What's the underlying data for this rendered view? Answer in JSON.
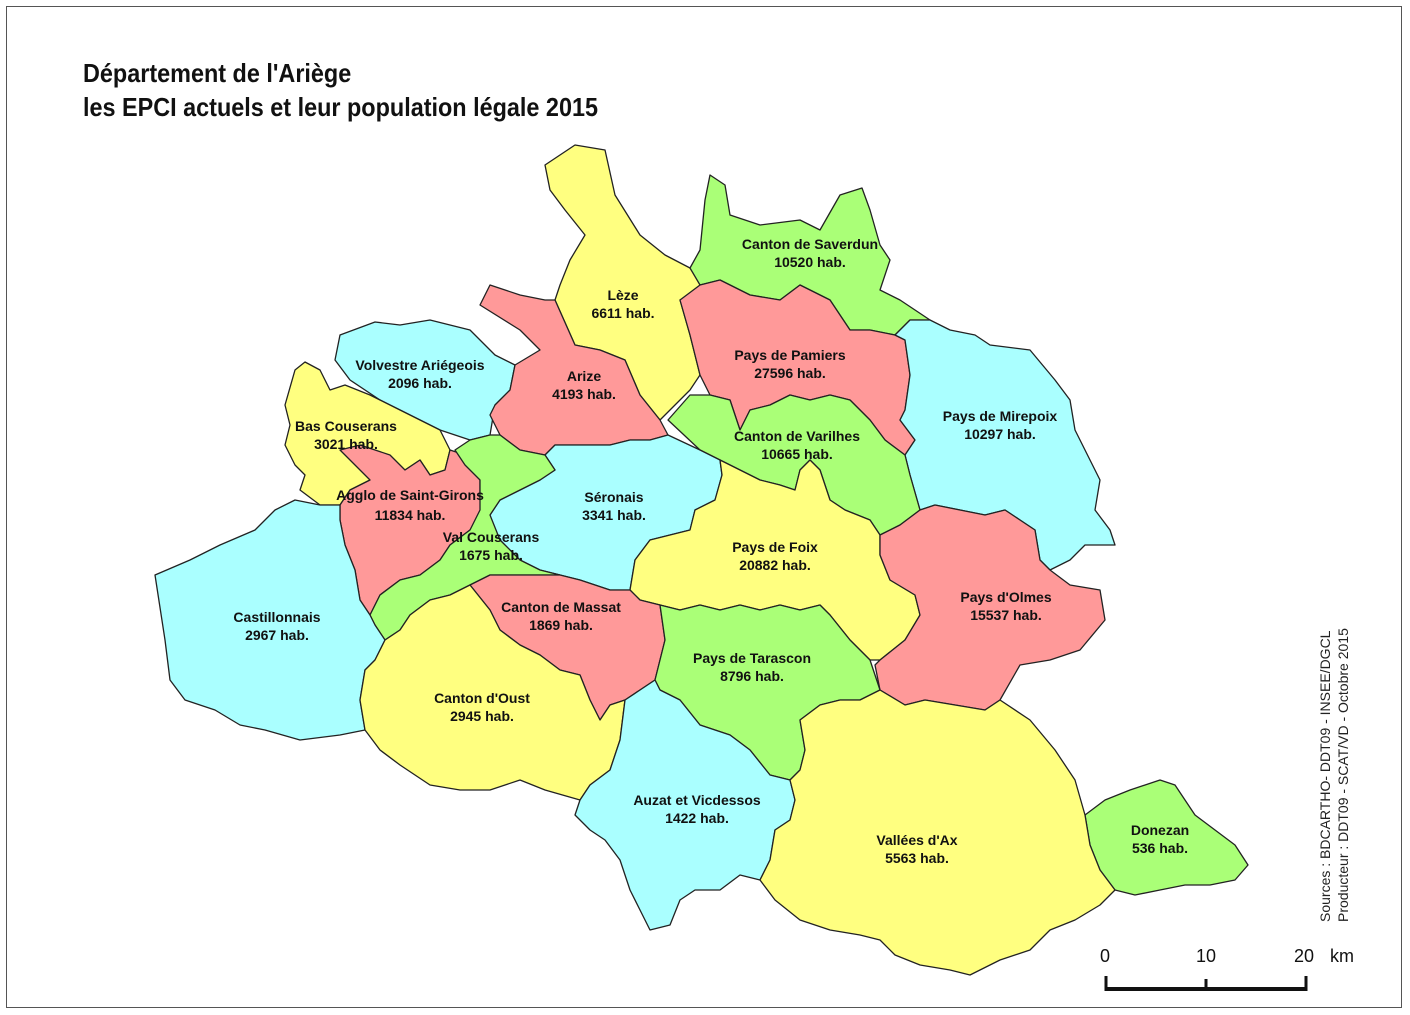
{
  "title": {
    "line1": "Département de l'Ariège",
    "line2": "les EPCI actuels et leur population légale 2015"
  },
  "colors": {
    "yellow": "#ffff80",
    "green": "#aaff77",
    "red": "#ff9999",
    "cyan": "#aaffff",
    "border": "#222222"
  },
  "regions": [
    {
      "id": "leze",
      "name": "Lèze",
      "pop": "6611 hab.",
      "color": "yellow"
    },
    {
      "id": "saverdun",
      "name": "Canton de Saverdun",
      "pop": "10520 hab.",
      "color": "green"
    },
    {
      "id": "volvestre",
      "name": "Volvestre Ariégeois",
      "pop": "2096 hab.",
      "color": "cyan"
    },
    {
      "id": "arize",
      "name": "Arize",
      "pop": "4193 hab.",
      "color": "red"
    },
    {
      "id": "pamiers",
      "name": "Pays de Pamiers",
      "pop": "27596 hab.",
      "color": "red"
    },
    {
      "id": "mirepoix",
      "name": "Pays de Mirepoix",
      "pop": "10297 hab.",
      "color": "cyan"
    },
    {
      "id": "bascouserans",
      "name": "Bas Couserans",
      "pop": "3021 hab.",
      "color": "yellow"
    },
    {
      "id": "varilhes",
      "name": "Canton de Varilhes",
      "pop": "10665 hab.",
      "color": "green"
    },
    {
      "id": "stgirons",
      "name": "Agglo de Saint-Girons",
      "pop": "11834 hab.",
      "color": "red"
    },
    {
      "id": "seronais",
      "name": "Séronais",
      "pop": "3341 hab.",
      "color": "cyan"
    },
    {
      "id": "valcouserans",
      "name": "Val Couserans",
      "pop": "1675 hab.",
      "color": "green"
    },
    {
      "id": "foix",
      "name": "Pays de Foix",
      "pop": "20882 hab.",
      "color": "yellow"
    },
    {
      "id": "olmes",
      "name": "Pays d'Olmes",
      "pop": "15537 hab.",
      "color": "red"
    },
    {
      "id": "castillonnais",
      "name": "Castillonnais",
      "pop": "2967 hab.",
      "color": "cyan"
    },
    {
      "id": "massat",
      "name": "Canton de Massat",
      "pop": "1869 hab.",
      "color": "red"
    },
    {
      "id": "tarascon",
      "name": "Pays de Tarascon",
      "pop": "8796 hab.",
      "color": "green"
    },
    {
      "id": "oust",
      "name": "Canton d'Oust",
      "pop": "2945 hab.",
      "color": "yellow"
    },
    {
      "id": "auzat",
      "name": "Auzat et Vicdessos",
      "pop": "1422 hab.",
      "color": "cyan"
    },
    {
      "id": "donezan",
      "name": "Donezan",
      "pop": "536 hab.",
      "color": "green"
    },
    {
      "id": "ax",
      "name": "Vallées d'Ax",
      "pop": "5563 hab.",
      "color": "yellow"
    }
  ],
  "sources": {
    "line1": "Sources : BDCARTHO- DDT09 - INSEE/DGCL",
    "line2": "Producteur : DDT09 - SCAT/VD - Octobre 2015"
  },
  "scale": {
    "ticks": [
      "0",
      "10",
      "20"
    ],
    "unit": "km"
  }
}
